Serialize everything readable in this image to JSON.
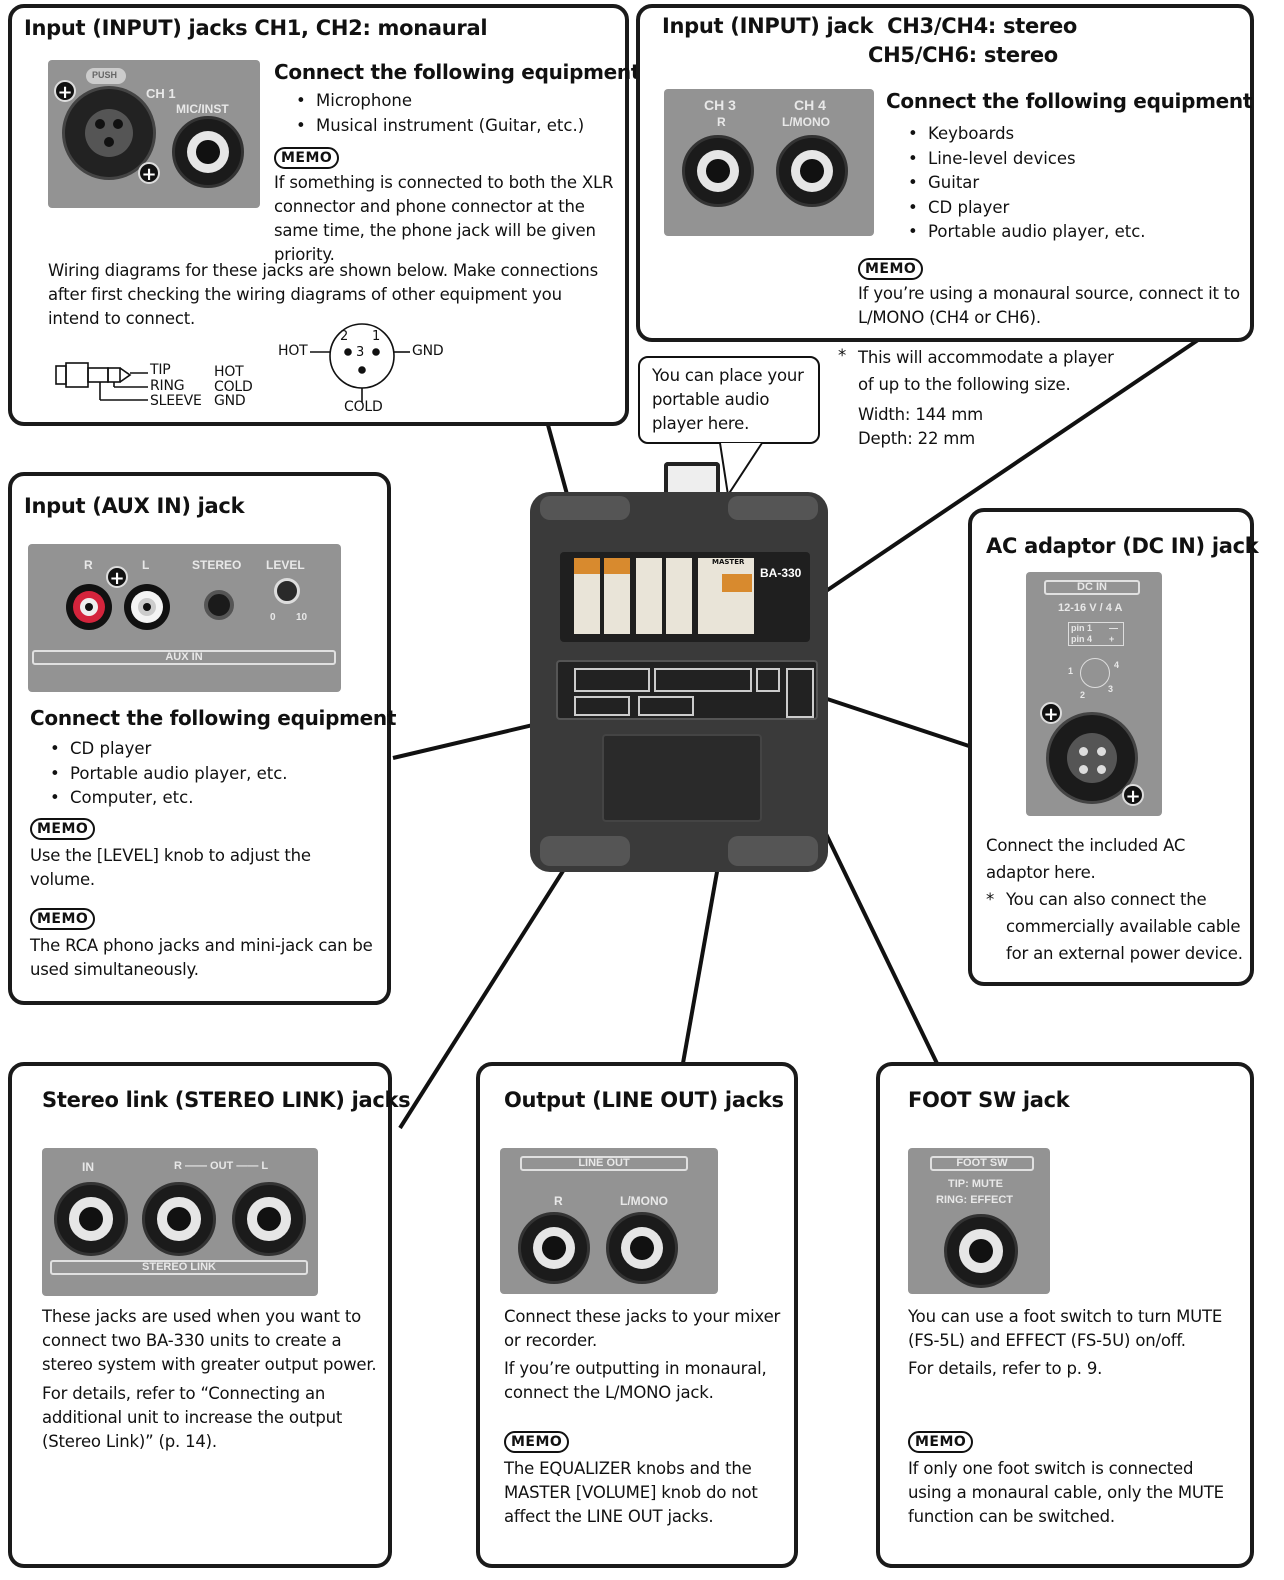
{
  "ch12": {
    "title": "Input (INPUT) jacks CH1, CH2: monaural",
    "subtitle": "Connect the following equipment",
    "items": [
      "Microphone",
      "Musical instrument (Guitar, etc.)"
    ],
    "memo_label": "MEMO",
    "memo": "If something is connected to both the XLR connector and phone connector at the same time, the phone jack will be given priority.",
    "wiring_text": "Wiring diagrams for these jacks are shown below. Make connections after first checking the wiring diagrams of other equipment you intend to connect.",
    "panel": {
      "push": "PUSH",
      "ch": "CH 1",
      "mic": "MIC/INST"
    },
    "plug": {
      "tip": "TIP",
      "ring": "RING",
      "sleeve": "SLEEVE",
      "hot": "HOT",
      "cold": "COLD",
      "gnd": "GND"
    },
    "xlr": {
      "hot": "HOT",
      "gnd": "GND",
      "cold": "COLD",
      "pin1": "1",
      "pin2": "2",
      "pin3": "3"
    }
  },
  "ch36": {
    "title_line1": "Input (INPUT) jack  CH3/CH4: stereo",
    "title_line2": "CH5/CH6: stereo",
    "subtitle": "Connect the following equipment",
    "items": [
      "Keyboards",
      "Line-level devices",
      "Guitar",
      "CD player",
      "Portable audio player, etc."
    ],
    "memo_label": "MEMO",
    "memo": "If you’re using a monaural source, connect it to L/MONO (CH4 or CH6).",
    "panel": {
      "ch3": "CH 3",
      "ch3_sub": "R",
      "ch4": "CH 4",
      "ch4_sub": "L/MONO"
    }
  },
  "callout": {
    "text": "You can place your portable audio player here."
  },
  "player_note": {
    "star": "*",
    "text": "This will accommodate a player of up to the following size.",
    "width": "Width: 144 mm",
    "depth": "Depth: 22 mm"
  },
  "aux": {
    "title": "Input (AUX IN) jack",
    "subtitle": "Connect the following equipment",
    "items": [
      "CD player",
      "Portable audio player, etc.",
      "Computer, etc."
    ],
    "memo_label": "MEMO",
    "memo1": "Use the [LEVEL] knob to adjust the volume.",
    "memo2": "The RCA phono jacks and mini-jack can be used simultaneously.",
    "panel": {
      "r": "R",
      "l": "L",
      "stereo": "STEREO",
      "level": "LEVEL",
      "min": "0",
      "max": "10",
      "bar": "AUX IN"
    }
  },
  "dc": {
    "title": "AC adaptor (DC IN) jack",
    "text": "Connect the included AC adaptor here.",
    "star": "*",
    "note": "You can also connect the commercially available cable for an external power device.",
    "panel": {
      "bar": "DC IN",
      "spec": "12-16 V / 4 A",
      "pin1": "pin 1",
      "pin1v": "—",
      "pin4": "pin 4",
      "pin4v": "+",
      "n1": "1",
      "n2": "2",
      "n3": "3",
      "n4": "4"
    }
  },
  "link": {
    "title": "Stereo link (STEREO LINK) jacks",
    "text1": "These jacks are used when you want to connect two BA-330 units to create a stereo system with greater output power.",
    "text2": "For details, refer to “Connecting an additional unit to increase the output (Stereo Link)” (p. 14).",
    "panel": {
      "in": "IN",
      "out": "R —— OUT —— L",
      "bar": "STEREO LINK"
    }
  },
  "lineout": {
    "title": "Output (LINE OUT) jacks",
    "text1": "Connect these jacks to your mixer or recorder.",
    "text2": "If you’re outputting in monaural, connect the L/MONO jack.",
    "memo_label": "MEMO",
    "memo": "The EQUALIZER knobs and the MASTER [VOLUME] knob do not affect the LINE OUT jacks.",
    "panel": {
      "bar": "LINE OUT",
      "r": "R",
      "l": "L/MONO"
    }
  },
  "foot": {
    "title": "FOOT SW jack",
    "text1": "You can use a foot switch to turn MUTE (FS-5L) and EFFECT (FS-5U) on/off.",
    "text2": "For details, refer to p. 9.",
    "memo_label": "MEMO",
    "memo": "If only one foot switch is connected using a monaural cable, only the MUTE function can be switched.",
    "panel": {
      "bar": "FOOT SW",
      "tip": "TIP: MUTE",
      "ring": "RING: EFFECT"
    }
  },
  "device": {
    "model": "BA-330",
    "master": "MASTER"
  }
}
